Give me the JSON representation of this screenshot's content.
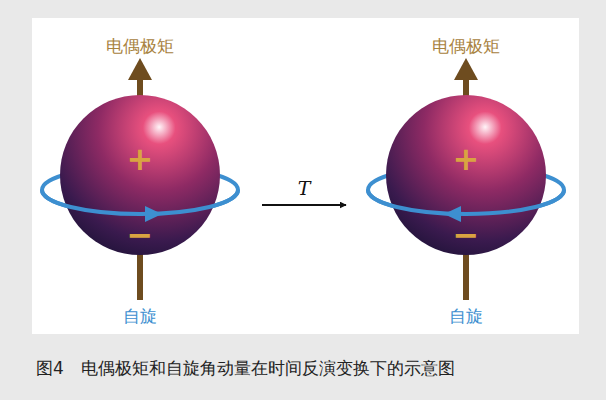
{
  "diagram": {
    "caption": "图4　电偶极矩和自旋角动量在时间反演变换下的示意图",
    "nodes": [
      {
        "text": [
          "+",
          "−"
        ]
      },
      {
        "text": [
          "+",
          "−"
        ]
      }
    ],
    "edges": [
      {
        "from": 0,
        "to": 1,
        "arrow": "to",
        "label": "T"
      }
    ],
    "labels": [
      "电偶极矩",
      "自旋",
      "电偶极矩",
      "自旋"
    ]
  }
}
